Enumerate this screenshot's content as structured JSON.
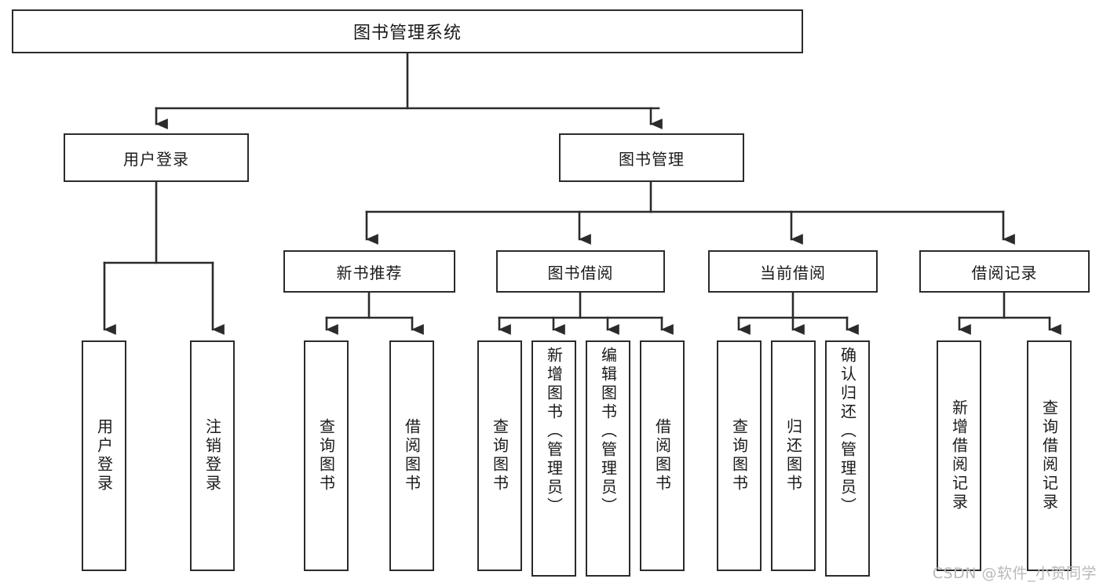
{
  "diagram": {
    "type": "tree",
    "title": "图书管理系统",
    "watermark": "CSDN @软件_小贺同学",
    "colors": {
      "border": "#2b2b2b",
      "background": "#ffffff",
      "text": "#1a1a1a",
      "watermark": "#b9b9b9"
    },
    "root": {
      "label": "图书管理系统"
    },
    "level2": [
      {
        "label": "用户登录"
      },
      {
        "label": "图书管理"
      }
    ],
    "level3": [
      {
        "label": "新书推荐"
      },
      {
        "label": "图书借阅"
      },
      {
        "label": "当前借阅"
      },
      {
        "label": "借阅记录"
      }
    ],
    "leaves": {
      "user_login": [
        {
          "label": "用户登录"
        },
        {
          "label": "注销登录"
        }
      ],
      "new_book": [
        {
          "label": "查询图书"
        },
        {
          "label": "借阅图书"
        }
      ],
      "borrow": [
        {
          "label": "查询图书"
        },
        {
          "label": "新增图书（管理员）"
        },
        {
          "label": "编辑图书（管理员）"
        },
        {
          "label": "借阅图书"
        }
      ],
      "current": [
        {
          "label": "查询图书"
        },
        {
          "label": "归还图书"
        },
        {
          "label": "确认归还（管理员）"
        }
      ],
      "records": [
        {
          "label": "新增借阅记录"
        },
        {
          "label": "查询借阅记录"
        }
      ]
    }
  }
}
